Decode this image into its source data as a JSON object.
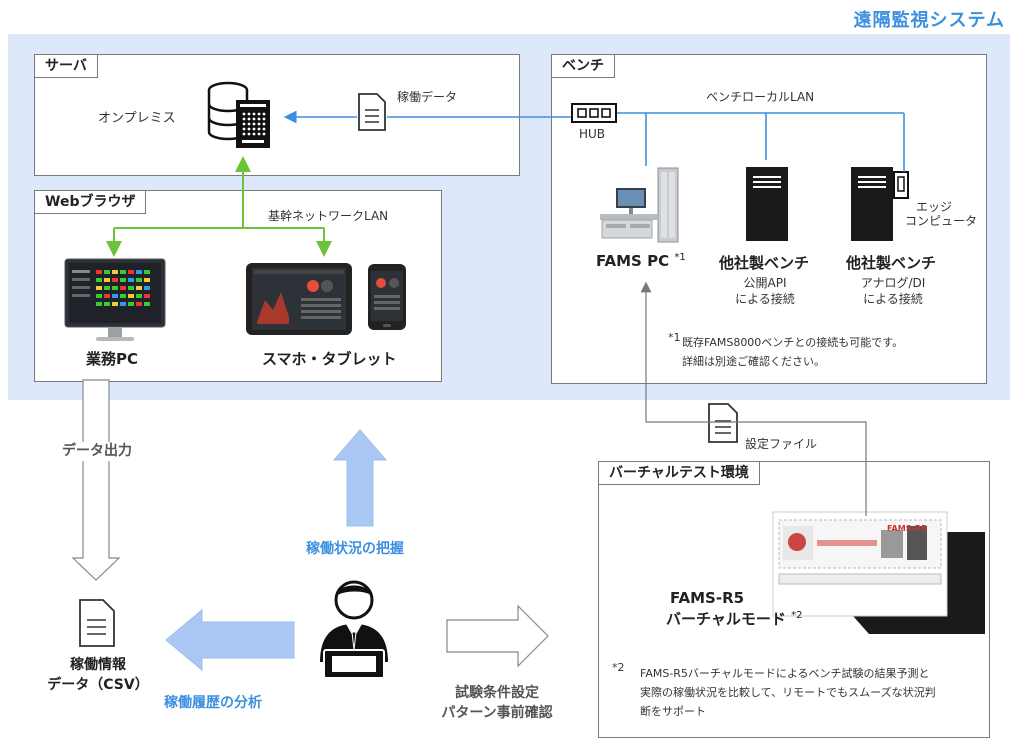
{
  "title": "遠隔監視システム",
  "server": {
    "tab": "サーバ",
    "onpremise": "オンプレミス",
    "data_label": "稼働データ"
  },
  "browser": {
    "tab": "Webブラウザ",
    "lan": "基幹ネットワークLAN",
    "pc": "業務PC",
    "mobile": "スマホ・タブレット"
  },
  "bench": {
    "tab": "ベンチ",
    "lan": "ベンチローカルLAN",
    "hub": "HUB",
    "fams_pc": "FAMS PC",
    "fams_pc_sup": "*1",
    "other1_title": "他社製ベンチ",
    "other1_sub1": "公開API",
    "other1_sub2": "による接続",
    "other2_title": "他社製ベンチ",
    "other2_sub1": "アナログ/DI",
    "other2_sub2": "による接続",
    "edge1": "エッジ",
    "edge2": "コンピュータ",
    "note_mark": "*1",
    "note_line1": "既存FAMS8000ベンチとの接続も可能です。",
    "note_line2": "詳細は別途ご確認ください。"
  },
  "settings_file": "設定ファイル",
  "virtual": {
    "tab": "バーチャルテスト環境",
    "product1": "FAMS-R5",
    "product2": "バーチャルモード",
    "product_sup": "*2",
    "screen_logo": "FAMS-R5",
    "note_mark": "*2",
    "note_line1": "FAMS-R5バーチャルモードによるベンチ試験の結果予測と",
    "note_line2": "実際の稼働状況を比較して、リモートでもスムーズな状況判",
    "note_line3": "断をサポート"
  },
  "bottom": {
    "data_output": "データ出力",
    "grasp_status": "稼働状況の把握",
    "history_analysis": "稼働履歴の分析",
    "csv_line1": "稼働情報",
    "csv_line2": "データ（CSV）",
    "pattern_line1": "試験条件設定",
    "pattern_line2": "パターン事前確認"
  },
  "colors": {
    "accent_blue": "#3d8fe0",
    "lan_green": "#6cc23a",
    "zone_bg": "#dde9fb",
    "arrow_blue_fill": "#a9c8f3"
  }
}
